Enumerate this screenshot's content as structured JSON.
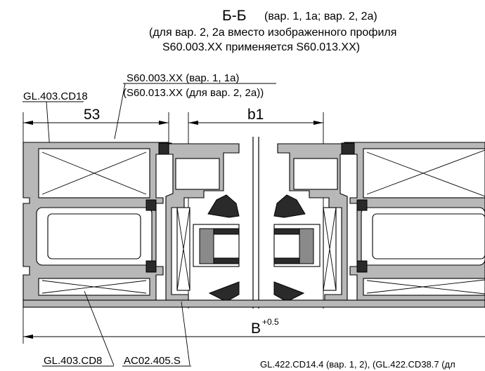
{
  "title": {
    "section": "Б-Б",
    "variants": "(вар. 1, 1а; вар. 2, 2а)",
    "note_line1": "(для вар. 2, 2а вместо изображенного профиля",
    "note_line2": "S60.003.XX применяется S60.013.XX)"
  },
  "labels": {
    "profile_line1": "S60.003.XX (вар. 1, 1а)",
    "profile_line2": "(S60.013.XX (для вар. 2, 2а))",
    "gl_top": "GL.403.CD18",
    "gl_bottom": "GL.403.CD8",
    "ac": "AC02.405.S",
    "bottom_cut": "GL.422.CD14.4 (вар. 1, 2), (GL.422.CD38.7 (дл"
  },
  "dimensions": {
    "d53": "53",
    "b1": "b1",
    "B": "B",
    "B_tol": "+0.5"
  }
}
